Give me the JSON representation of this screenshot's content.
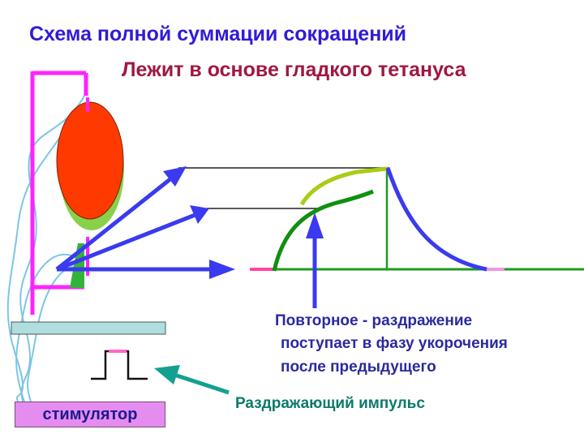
{
  "title": "Схема  полной суммации сокращений",
  "subtitle": "Лежит в основе гладкого тетануса",
  "description": {
    "line1": "Повторное - раздражение",
    "line2": "поступает в фазу укорочения",
    "line3": "после предыдущего"
  },
  "impulse_label": "Раздражающий импульс",
  "stimulator_label": "стимулятор",
  "colors": {
    "title": "#2f1bd6",
    "subtitle": "#a01840",
    "stand": "#ff22ff",
    "muscle": "#ff3a00",
    "muscle_back": "#88d14a",
    "tendon": "#33b23a",
    "arrow_blue": "#3a3af0",
    "curve_dark_green": "#109010",
    "curve_light_green": "#a8cc18",
    "relaxation_curve": "#3a3af0",
    "baseline": "#1f9a1f",
    "wire": "#7cc6e6",
    "stimulator_box": "#e58cf0",
    "platform": "#b0dede",
    "impulse_arrow": "#14a090"
  }
}
